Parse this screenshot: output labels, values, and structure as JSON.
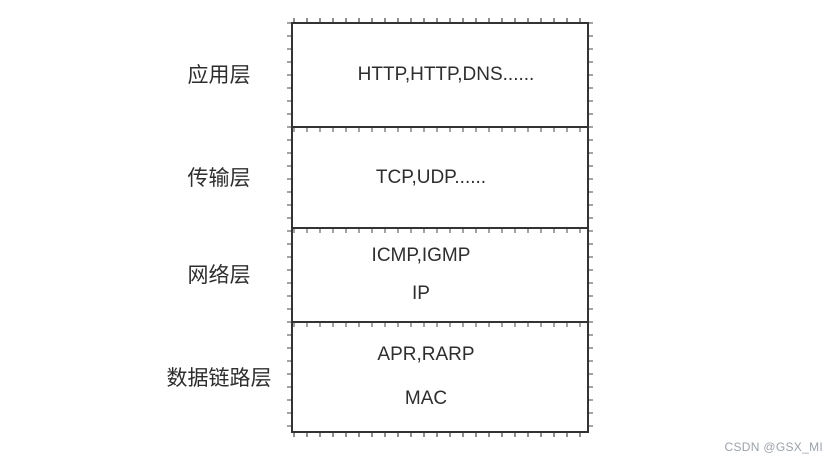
{
  "colors": {
    "background": "#ffffff",
    "line": "#333333",
    "text": "#2e2e2e",
    "watermark": "#9ba2a9"
  },
  "diagram": {
    "type": "layer-stack",
    "layers": [
      {
        "label": "应用层",
        "protocols": [
          "HTTP,HTTP,DNS......"
        ]
      },
      {
        "label": "传输层",
        "protocols": [
          "TCP,UDP......"
        ]
      },
      {
        "label": "网络层",
        "protocols": [
          "ICMP,IGMP",
          "IP"
        ]
      },
      {
        "label": "数据链路层",
        "protocols": [
          "APR,RARP",
          "MAC"
        ]
      }
    ]
  },
  "watermark": {
    "text": "CSDN @GSX_MI"
  }
}
